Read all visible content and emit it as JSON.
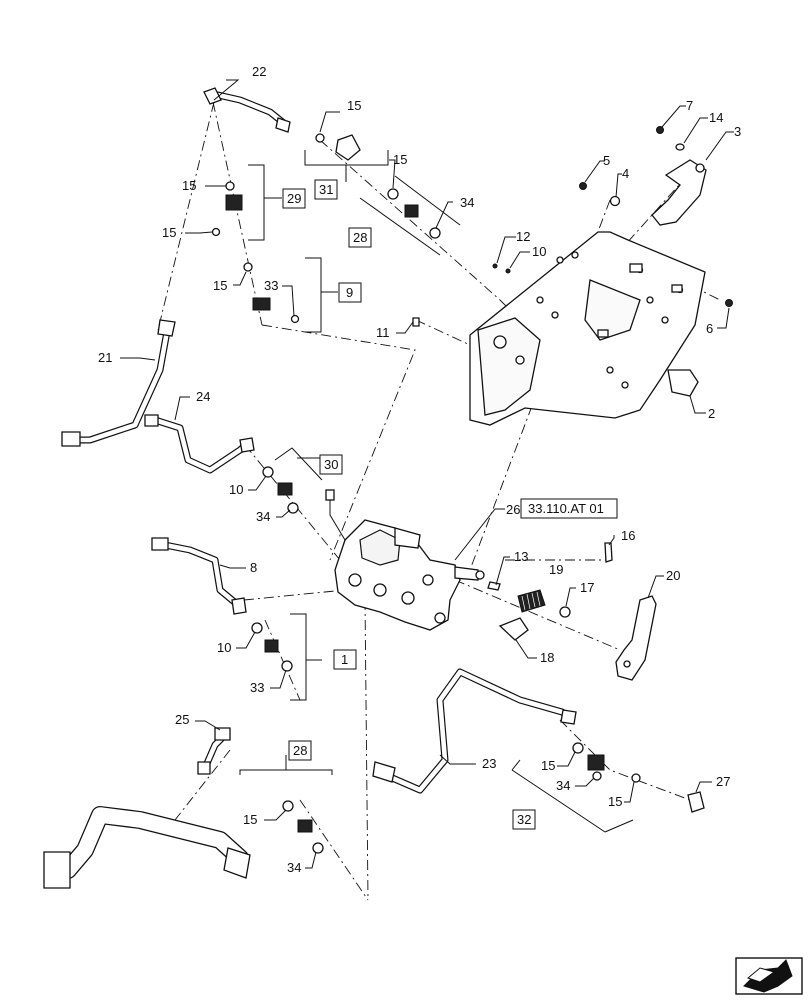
{
  "callouts": {
    "c1": "1",
    "c2": "2",
    "c3": "3",
    "c4": "4",
    "c5": "5",
    "c6": "6",
    "c7": "7",
    "c8": "8",
    "c9": "9",
    "c10a": "10",
    "c10b": "10",
    "c10c": "10",
    "c11": "11",
    "c12": "12",
    "c13": "13",
    "c14": "14",
    "c15a": "15",
    "c15b": "15",
    "c15c": "15",
    "c15d": "15",
    "c15e": "15",
    "c15f": "15",
    "c15g": "15",
    "c15h": "15",
    "c16": "16",
    "c17": "17",
    "c18": "18",
    "c19": "19",
    "c20": "20",
    "c21": "21",
    "c22": "22",
    "c23": "23",
    "c24": "24",
    "c25": "25",
    "c26": "26",
    "c27": "27",
    "c28a": "28",
    "c28b": "28",
    "c29": "29",
    "c30": "30",
    "c31": "31",
    "c32": "32",
    "c33a": "33",
    "c33b": "33",
    "c34a": "34",
    "c34b": "34",
    "c34c": "34",
    "c34d": "34"
  },
  "ref_box": {
    "text": "33.110.AT 01"
  },
  "nav_icon": {
    "name": "next-page-arrow-icon"
  }
}
